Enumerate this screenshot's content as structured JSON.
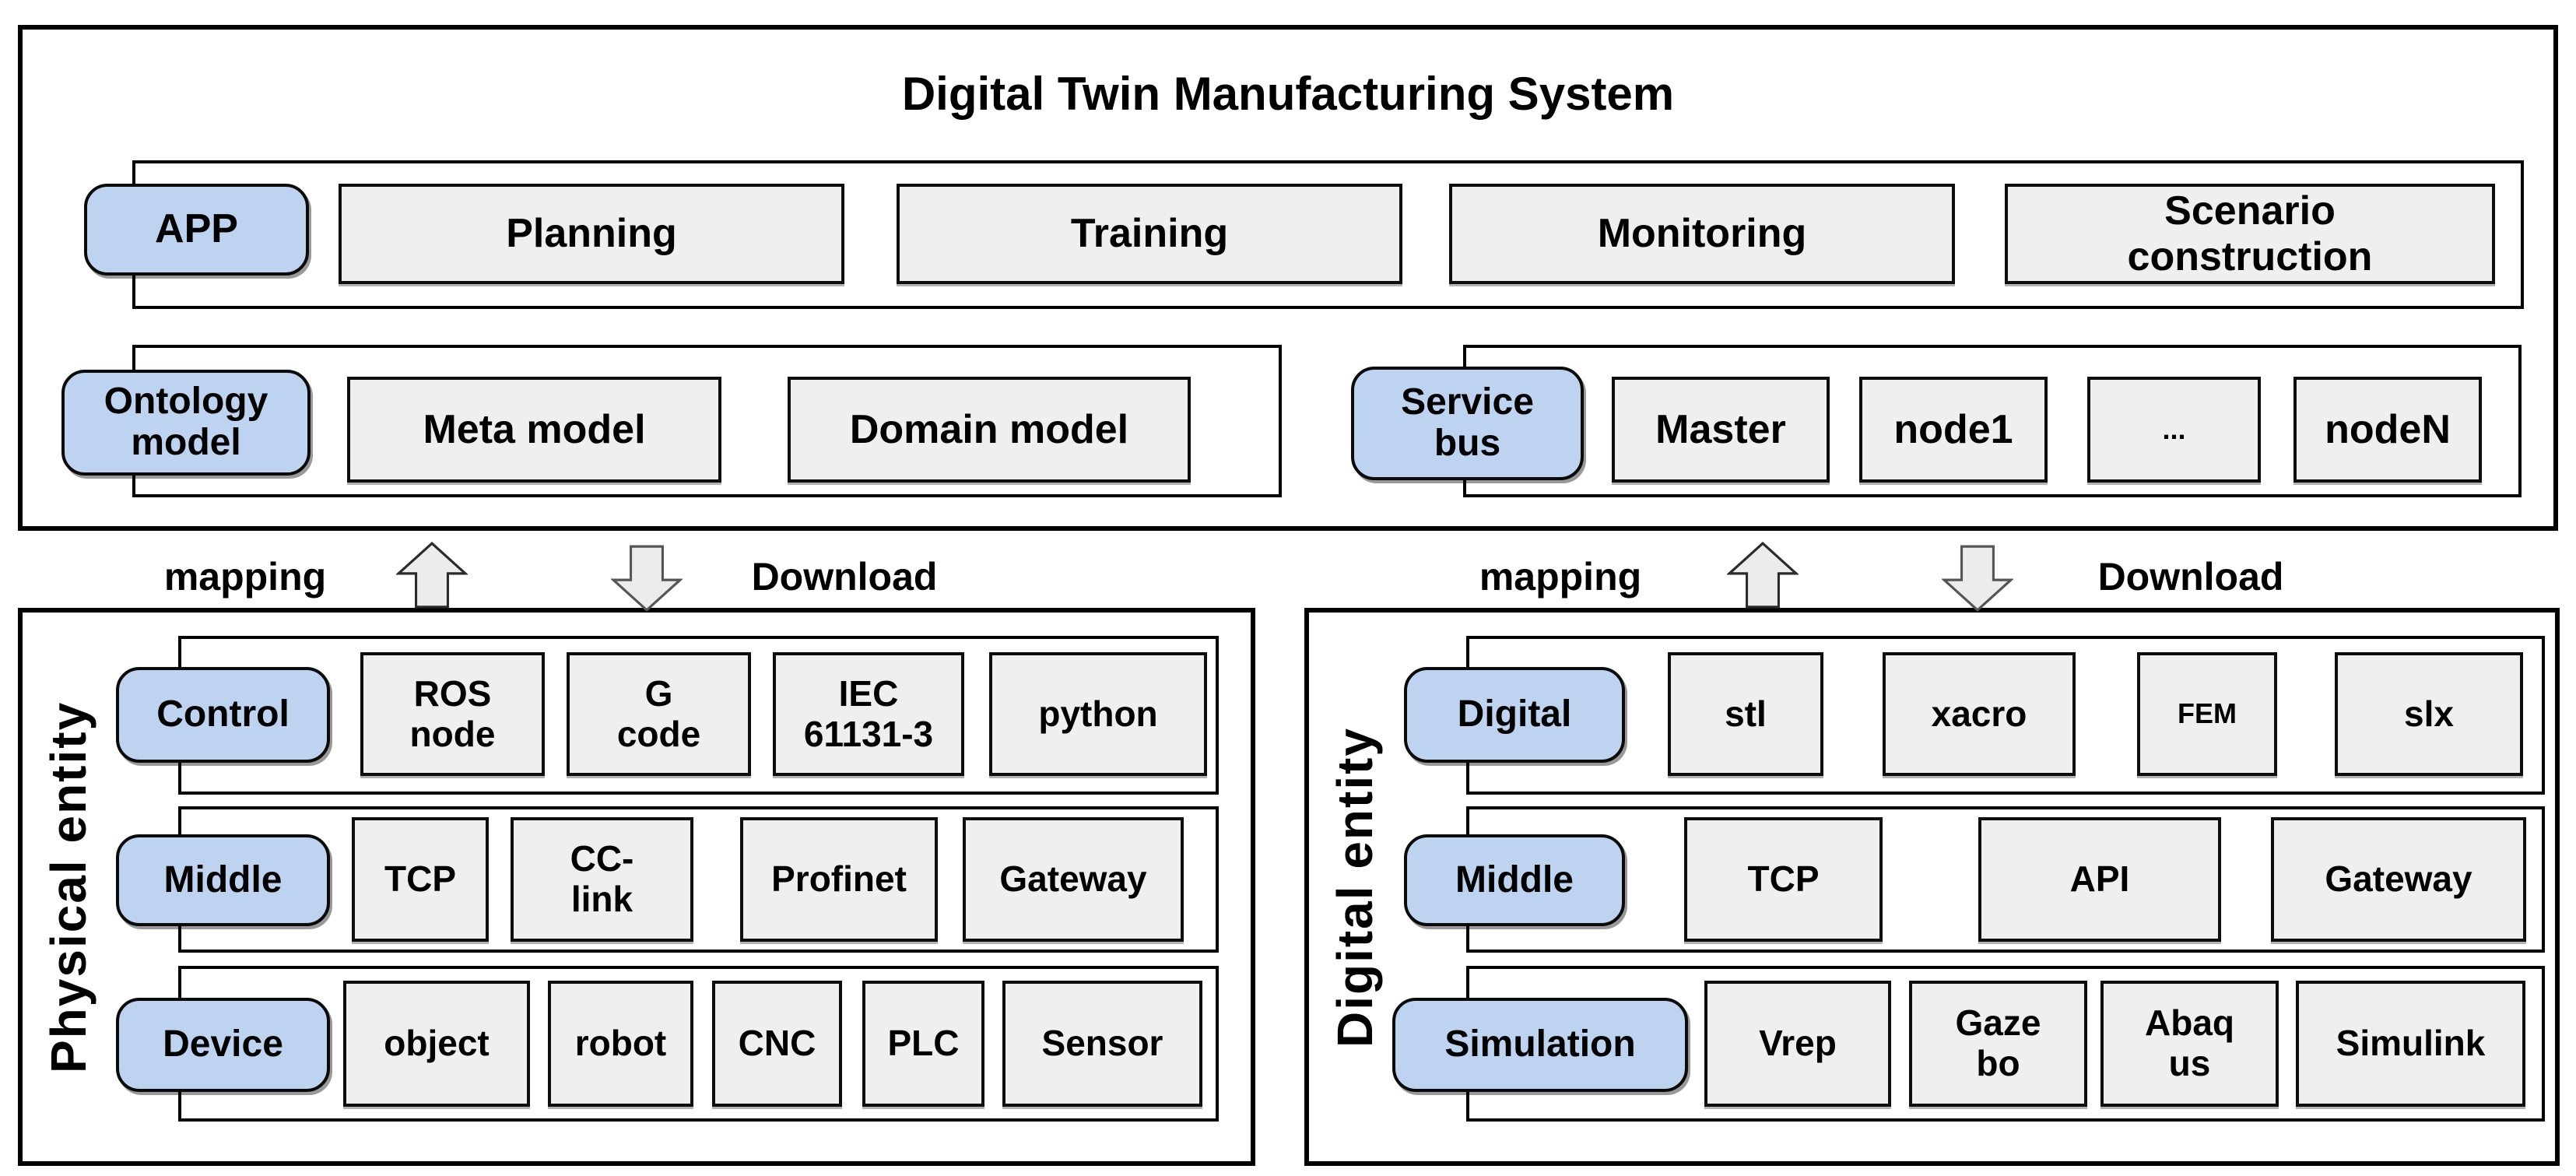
{
  "title": "Digital Twin Manufacturing System",
  "colors": {
    "accent_blue": "#bed3ef",
    "item_gray": "#efefef",
    "border": "#000000"
  },
  "top_section": {
    "app_row": {
      "label": "APP",
      "items": [
        {
          "label": "Planning"
        },
        {
          "label": "Training"
        },
        {
          "label": "Monitoring"
        },
        {
          "label": "Scenario\nconstruction"
        }
      ]
    },
    "ontology_row": {
      "label": "Ontology\nmodel",
      "items": [
        {
          "label": "Meta model"
        },
        {
          "label": "Domain model"
        }
      ]
    },
    "service_row": {
      "label": "Service\nbus",
      "items": [
        {
          "label": "Master"
        },
        {
          "label": "node1"
        },
        {
          "label": "..."
        },
        {
          "label": "nodeN"
        }
      ]
    }
  },
  "connectors": {
    "left": {
      "mapping_label": "mapping",
      "download_label": "Download"
    },
    "right": {
      "mapping_label": "mapping",
      "download_label": "Download"
    }
  },
  "physical_section": {
    "side_label": "Physical entity",
    "rows": [
      {
        "label": "Control",
        "items": [
          {
            "label": "ROS\nnode"
          },
          {
            "label": "G\ncode"
          },
          {
            "label": "IEC\n61131-3"
          },
          {
            "label": "python"
          }
        ]
      },
      {
        "label": "Middle",
        "items": [
          {
            "label": "TCP"
          },
          {
            "label": "CC-\nlink"
          },
          {
            "label": "Profinet"
          },
          {
            "label": "Gateway"
          }
        ]
      },
      {
        "label": "Device",
        "items": [
          {
            "label": "object"
          },
          {
            "label": "robot"
          },
          {
            "label": "CNC"
          },
          {
            "label": "PLC"
          },
          {
            "label": "Sensor"
          }
        ]
      }
    ]
  },
  "digital_section": {
    "side_label": "Digital entity",
    "rows": [
      {
        "label": "Digital",
        "items": [
          {
            "label": "stl"
          },
          {
            "label": "xacro"
          },
          {
            "label": "FEM"
          },
          {
            "label": "slx"
          }
        ]
      },
      {
        "label": "Middle",
        "items": [
          {
            "label": "TCP"
          },
          {
            "label": "API"
          },
          {
            "label": "Gateway"
          }
        ]
      },
      {
        "label": "Simulation",
        "items": [
          {
            "label": "Vrep"
          },
          {
            "label": "Gaze\nbo"
          },
          {
            "label": "Abaq\nus"
          },
          {
            "label": "Simulink"
          }
        ]
      }
    ]
  }
}
